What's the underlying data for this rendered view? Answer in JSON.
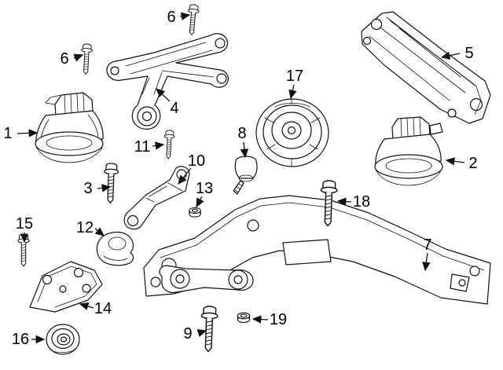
{
  "colors": {
    "line": "#111111",
    "background": "#ffffff"
  },
  "callouts": {
    "n1": "1",
    "n2": "2",
    "n3": "3",
    "n4": "4",
    "n5": "5",
    "n6a": "6",
    "n6b": "6",
    "n7": "7",
    "n8": "8",
    "n9": "9",
    "n10": "10",
    "n11": "11",
    "n12": "12",
    "n13": "13",
    "n14": "14",
    "n15": "15",
    "n16": "16",
    "n17": "17",
    "n18": "18",
    "n19": "19"
  }
}
